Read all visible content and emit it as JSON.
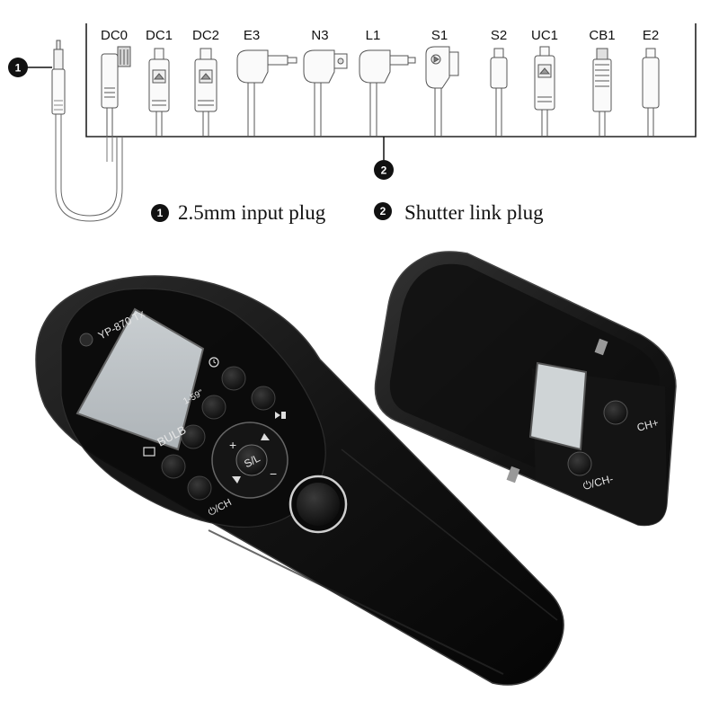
{
  "connectors": [
    {
      "label": "DC0"
    },
    {
      "label": "DC1"
    },
    {
      "label": "DC2"
    },
    {
      "label": "E3"
    },
    {
      "label": "N3"
    },
    {
      "label": "L1"
    },
    {
      "label": "S1"
    },
    {
      "label": "S2"
    },
    {
      "label": "UC1"
    },
    {
      "label": "CB1"
    },
    {
      "label": "E2"
    }
  ],
  "callouts": {
    "input_number": "1",
    "link_number": "2"
  },
  "legend": {
    "item1_number": "1",
    "item1_text": "2.5mm input plug",
    "item2_number": "2",
    "item2_text": "Shutter link plug"
  },
  "transmitter": {
    "model": "YP-870 Tx",
    "bulb_label": "BULB",
    "timer_label": "1-59\"",
    "ch_label": "⏻/CH",
    "center_label": "S/L",
    "plus": "+",
    "minus": "−"
  },
  "receiver": {
    "ch_plus": "CH+",
    "ch_minus": "⏻/CH-"
  },
  "colors": {
    "device_body": "#121212",
    "lcd": "#bcc2c6",
    "receiver_lcd": "#cfd4d6"
  }
}
